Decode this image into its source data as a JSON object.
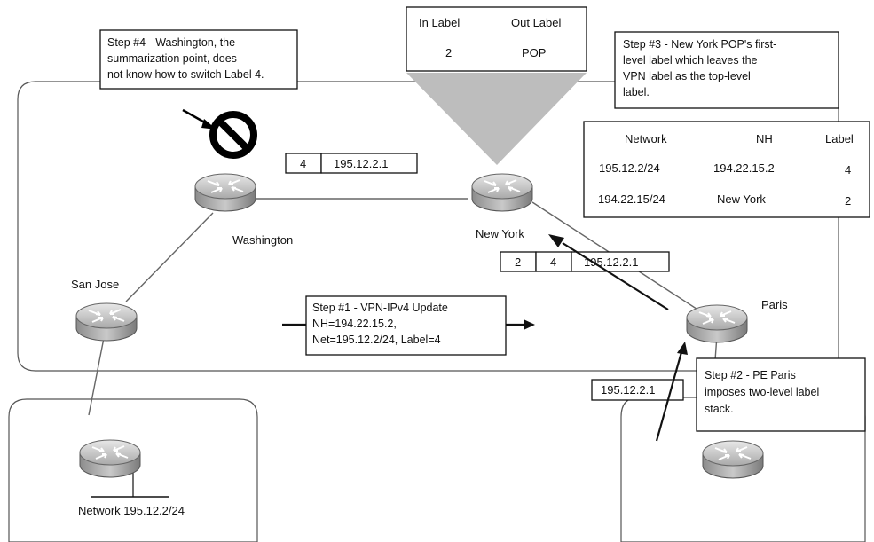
{
  "step4": {
    "line1": "Step #4 - Washington, the",
    "line2": "summarization point, does",
    "line3": "not know how to switch Label 4."
  },
  "pop_table": {
    "header_in": "In Label",
    "header_out": "Out Label",
    "in_value": "2",
    "out_value": "POP"
  },
  "step3": {
    "line1": "Step #3 - New York POP's first-",
    "line2": "level label which leaves the",
    "line3": "VPN label as the top-level",
    "line4": "label."
  },
  "route_table": {
    "headers": [
      "Network",
      "NH",
      "Label"
    ],
    "rows": [
      [
        "195.12.2/24",
        "194.22.15.2",
        "4"
      ],
      [
        "194.22.15/24",
        "New York",
        "2"
      ]
    ]
  },
  "packets": {
    "washington": [
      "4",
      "195.12.2.1"
    ],
    "newyork": [
      "2",
      "4",
      "195.12.2.1"
    ],
    "paris": [
      "195.12.2.1"
    ]
  },
  "routers": {
    "washington": "Washington",
    "newyork": "New York",
    "sanjose": "San Jose",
    "paris": "Paris"
  },
  "step1": {
    "line1": "Step #1 - VPN-IPv4 Update",
    "line2": "NH=194.22.15.2,",
    "line3": "Net=195.12.2/24,  Label=4"
  },
  "step2": {
    "line1": "Step #2 - PE Paris",
    "line2": "imposes two-level label",
    "line3": "stack."
  },
  "network_label": "Network  195.12.2/24"
}
